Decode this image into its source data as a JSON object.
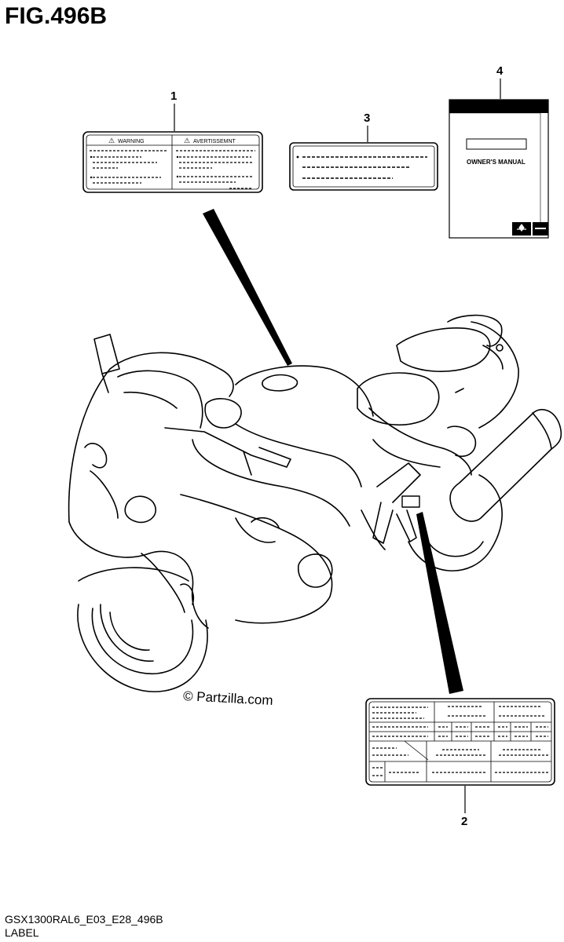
{
  "figure": {
    "title": "FIG.496B",
    "code": "GSX1300RAL6_E03_E28_496B",
    "caption": "LABEL"
  },
  "watermark": "© Partzilla.com",
  "callouts": [
    {
      "number": "1"
    },
    {
      "number": "2"
    },
    {
      "number": "3"
    },
    {
      "number": "4"
    }
  ],
  "label1": {
    "left_heading": "WARNING",
    "right_heading": "AVERTISSEMNT",
    "warning_glyph": "⚠"
  },
  "manual": {
    "title": "OWNER'S MANUAL"
  },
  "icons": {
    "warning": "warning-triangle-icon",
    "logo": "suzuki-logo-icon"
  }
}
